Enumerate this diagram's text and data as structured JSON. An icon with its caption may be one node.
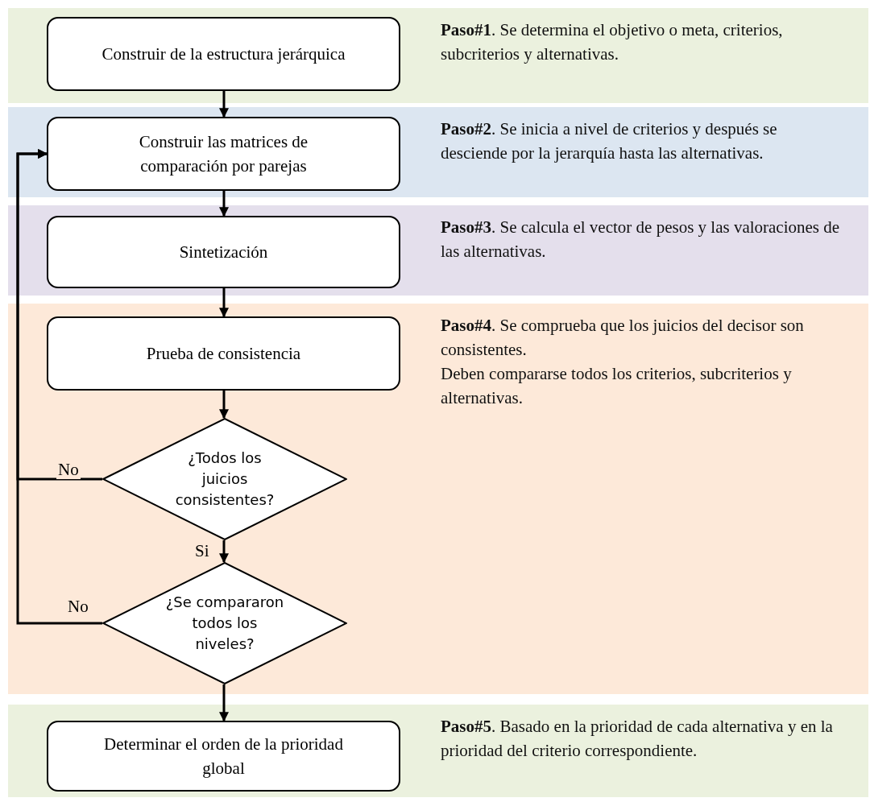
{
  "diagram": {
    "nodes": [
      {
        "text": [
          "**Paso#1**. Se determina el objetivo o meta, criterios, subcriterios y alternativas."
        ]
      },
      {
        "text": [
          "Construir de la estructura jerárquica"
        ],
        "in": 0
      },
      {
        "text": [
          "**Paso#2**. Se inicia a nivel de criterios y después se desciende por la jerarquía hasta las alternativas."
        ]
      },
      {
        "text": [
          "Construir las  matrices de comparación por parejas"
        ],
        "in": 2
      },
      {
        "text": [
          "**Paso#3**. Se calcula el vector de pesos y las valoraciones de las alternativas."
        ]
      },
      {
        "text": [
          "Sintetización"
        ],
        "in": 4
      },
      {
        "text": [
          "**Paso#4**. Se comprueba que los juicios del decisor son consistentes.",
          "Deben compararse todos los criterios, subcriterios y alternativas."
        ]
      },
      {
        "text": [
          "Prueba de consistencia"
        ],
        "in": 6
      },
      {
        "text": [
          "¿Todos los juicios consistentes?"
        ],
        "in": 6
      },
      {
        "text": [
          "¿Se compararon todos los niveles?"
        ],
        "in": 6
      },
      {
        "text": [
          "**Paso#5**. Basado en la prioridad de cada alternativa y en la prioridad del criterio correspondiente."
        ]
      },
      {
        "text": [
          "Determinar el orden de la prioridad global"
        ],
        "in": 10
      }
    ],
    "edges": [
      {
        "from": 1,
        "to": 3,
        "arrow": "to"
      },
      {
        "from": 3,
        "to": 5,
        "arrow": "to"
      },
      {
        "from": 5,
        "to": 7,
        "arrow": "to"
      },
      {
        "from": 7,
        "to": 8,
        "arrow": "to"
      },
      {
        "from": 8,
        "to": 9,
        "arrow": "to",
        "label": "Si"
      },
      {
        "from": 9,
        "to": 11,
        "arrow": "to"
      },
      {
        "from": 8,
        "to": 3,
        "arrow": "to",
        "label": "No"
      },
      {
        "from": 9,
        "to": 3,
        "arrow": "to",
        "label": "No"
      }
    ]
  }
}
